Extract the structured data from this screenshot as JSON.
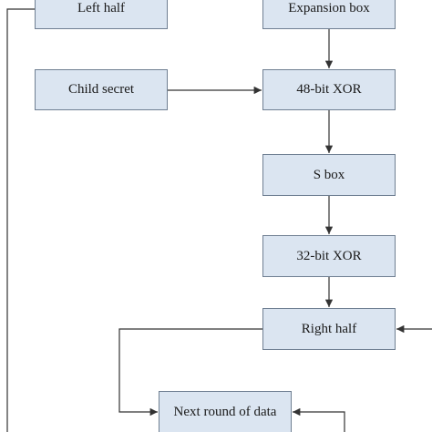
{
  "nodes": {
    "left_half": "Left half",
    "expansion_box": "Expansion box",
    "child_secret": "Child secret",
    "xor_48": "48-bit XOR",
    "s_box": "S box",
    "xor_32": "32-bit XOR",
    "right_half": "Right half",
    "next_round": "Next round of data"
  },
  "colors": {
    "box_fill": "#dbe5f1",
    "box_border": "#6f7f92",
    "line": "#333333"
  }
}
